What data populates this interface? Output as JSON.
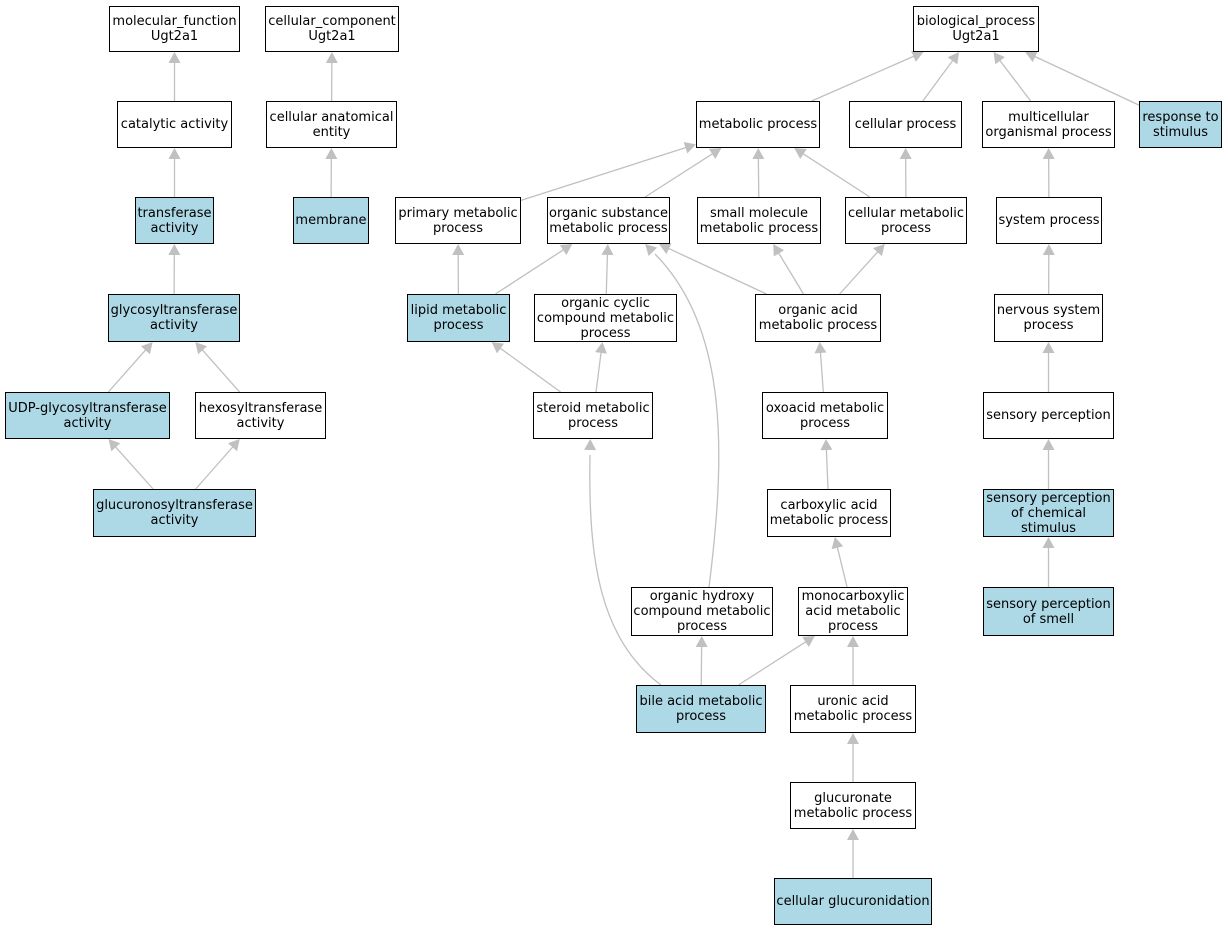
{
  "colors": {
    "edge": "#c0c0c0",
    "highlight": "#add8e6",
    "node": "#ffffff"
  },
  "nodes": {
    "mf": {
      "lines": [
        "molecular_function",
        "Ugt2a1"
      ],
      "highlighted": false
    },
    "cc": {
      "lines": [
        "cellular_component",
        "Ugt2a1"
      ],
      "highlighted": false
    },
    "bp": {
      "lines": [
        "biological_process",
        "Ugt2a1"
      ],
      "highlighted": false
    },
    "catalytic": {
      "lines": [
        "catalytic activity"
      ],
      "highlighted": false
    },
    "cae": {
      "lines": [
        "cellular anatomical",
        "entity"
      ],
      "highlighted": false
    },
    "metabolic": {
      "lines": [
        "metabolic process"
      ],
      "highlighted": false
    },
    "cellular": {
      "lines": [
        "cellular process"
      ],
      "highlighted": false
    },
    "multicell": {
      "lines": [
        "multicellular",
        "organismal process"
      ],
      "highlighted": false
    },
    "response": {
      "lines": [
        "response to",
        "stimulus"
      ],
      "highlighted": true
    },
    "transferase": {
      "lines": [
        "transferase",
        "activity"
      ],
      "highlighted": true
    },
    "membrane": {
      "lines": [
        "membrane"
      ],
      "highlighted": true
    },
    "primary": {
      "lines": [
        "primary metabolic",
        "process"
      ],
      "highlighted": false
    },
    "organicsub": {
      "lines": [
        "organic substance",
        "metabolic process"
      ],
      "highlighted": false
    },
    "smallmol": {
      "lines": [
        "small molecule",
        "metabolic process"
      ],
      "highlighted": false
    },
    "cellmet": {
      "lines": [
        "cellular metabolic",
        "process"
      ],
      "highlighted": false
    },
    "system": {
      "lines": [
        "system process"
      ],
      "highlighted": false
    },
    "glycosyl": {
      "lines": [
        "glycosyltransferase",
        "activity"
      ],
      "highlighted": true
    },
    "lipid": {
      "lines": [
        "lipid metabolic",
        "process"
      ],
      "highlighted": true
    },
    "cyclic": {
      "lines": [
        "organic cyclic",
        "compound metabolic",
        "process"
      ],
      "highlighted": false
    },
    "orgacid": {
      "lines": [
        "organic acid",
        "metabolic process"
      ],
      "highlighted": false
    },
    "nervous": {
      "lines": [
        "nervous system",
        "process"
      ],
      "highlighted": false
    },
    "udp": {
      "lines": [
        "UDP-glycosyltransferase",
        "activity"
      ],
      "highlighted": true
    },
    "hexosyl": {
      "lines": [
        "hexosyltransferase",
        "activity"
      ],
      "highlighted": false
    },
    "steroid": {
      "lines": [
        "steroid metabolic",
        "process"
      ],
      "highlighted": false
    },
    "oxoacid": {
      "lines": [
        "oxoacid metabolic",
        "process"
      ],
      "highlighted": false
    },
    "sensory": {
      "lines": [
        "sensory perception"
      ],
      "highlighted": false
    },
    "glucuronosyl": {
      "lines": [
        "glucuronosyltransferase",
        "activity"
      ],
      "highlighted": true
    },
    "carboxylic": {
      "lines": [
        "carboxylic acid",
        "metabolic process"
      ],
      "highlighted": false
    },
    "chemical": {
      "lines": [
        "sensory perception",
        "of chemical",
        "stimulus"
      ],
      "highlighted": true
    },
    "hydroxy": {
      "lines": [
        "organic hydroxy",
        "compound metabolic",
        "process"
      ],
      "highlighted": false
    },
    "monocarb": {
      "lines": [
        "monocarboxylic",
        "acid metabolic",
        "process"
      ],
      "highlighted": false
    },
    "smell": {
      "lines": [
        "sensory perception",
        "of smell"
      ],
      "highlighted": true
    },
    "bile": {
      "lines": [
        "bile acid metabolic",
        "process"
      ],
      "highlighted": true
    },
    "uronic": {
      "lines": [
        "uronic acid",
        "metabolic process"
      ],
      "highlighted": false
    },
    "glucuronate": {
      "lines": [
        "glucuronate",
        "metabolic process"
      ],
      "highlighted": false
    },
    "glucuronidation": {
      "lines": [
        "cellular glucuronidation"
      ],
      "highlighted": true
    }
  },
  "edges": [
    [
      "catalytic",
      "mf"
    ],
    [
      "transferase",
      "catalytic"
    ],
    [
      "glycosyl",
      "transferase"
    ],
    [
      "udp",
      "glycosyl"
    ],
    [
      "hexosyl",
      "glycosyl"
    ],
    [
      "glucuronosyl",
      "udp"
    ],
    [
      "glucuronosyl",
      "hexosyl"
    ],
    [
      "cae",
      "cc"
    ],
    [
      "membrane",
      "cae"
    ],
    [
      "metabolic",
      "bp"
    ],
    [
      "cellular",
      "bp"
    ],
    [
      "multicell",
      "bp"
    ],
    [
      "response",
      "bp"
    ],
    [
      "primary",
      "metabolic"
    ],
    [
      "organicsub",
      "metabolic"
    ],
    [
      "smallmol",
      "metabolic"
    ],
    [
      "cellmet",
      "metabolic"
    ],
    [
      "cellmet",
      "cellular"
    ],
    [
      "system",
      "multicell"
    ],
    [
      "nervous",
      "system"
    ],
    [
      "sensory",
      "nervous"
    ],
    [
      "chemical",
      "sensory"
    ],
    [
      "smell",
      "chemical"
    ],
    [
      "lipid",
      "primary"
    ],
    [
      "lipid",
      "organicsub"
    ],
    [
      "cyclic",
      "organicsub"
    ],
    [
      "orgacid",
      "organicsub"
    ],
    [
      "orgacid",
      "smallmol"
    ],
    [
      "orgacid",
      "cellmet"
    ],
    [
      "steroid",
      "lipid"
    ],
    [
      "steroid",
      "cyclic"
    ],
    [
      "oxoacid",
      "orgacid"
    ],
    [
      "carboxylic",
      "oxoacid"
    ],
    [
      "monocarb",
      "carboxylic"
    ],
    [
      "hydroxy",
      "organicsub"
    ],
    [
      "bile",
      "steroid"
    ],
    [
      "bile",
      "hydroxy"
    ],
    [
      "bile",
      "monocarb"
    ],
    [
      "uronic",
      "monocarb"
    ],
    [
      "glucuronate",
      "uronic"
    ],
    [
      "glucuronidation",
      "glucuronate"
    ]
  ]
}
